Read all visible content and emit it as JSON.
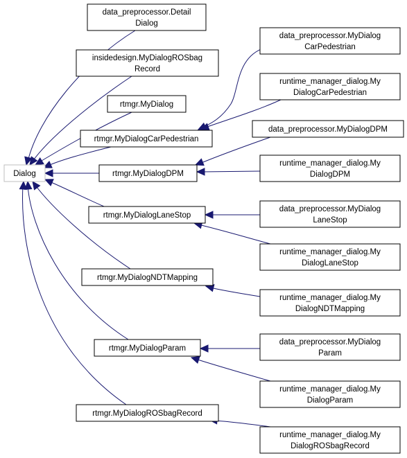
{
  "root": {
    "id": "dialog",
    "lines": [
      "Dialog"
    ]
  },
  "nodes": [
    {
      "id": "dp_detail",
      "lines": [
        "data_preprocessor.Detail",
        "Dialog"
      ]
    },
    {
      "id": "ins_rosbag",
      "lines": [
        "insidedesign.MyDialogROSbag",
        "Record"
      ]
    },
    {
      "id": "rt_mydialog",
      "lines": [
        "rtmgr.MyDialog"
      ]
    },
    {
      "id": "rt_carped",
      "lines": [
        "rtmgr.MyDialogCarPedestrian"
      ]
    },
    {
      "id": "rt_dpm",
      "lines": [
        "rtmgr.MyDialogDPM"
      ]
    },
    {
      "id": "rt_lanestop",
      "lines": [
        "rtmgr.MyDialogLaneStop"
      ]
    },
    {
      "id": "rt_ndt",
      "lines": [
        "rtmgr.MyDialogNDTMapping"
      ]
    },
    {
      "id": "rt_param",
      "lines": [
        "rtmgr.MyDialogParam"
      ]
    },
    {
      "id": "rt_rosbag",
      "lines": [
        "rtmgr.MyDialogROSbagRecord"
      ]
    },
    {
      "id": "dp_carped",
      "lines": [
        "data_preprocessor.MyDialog",
        "CarPedestrian"
      ]
    },
    {
      "id": "rm_carped",
      "lines": [
        "runtime_manager_dialog.My",
        "DialogCarPedestrian"
      ]
    },
    {
      "id": "dp_dpm",
      "lines": [
        "data_preprocessor.MyDialogDPM"
      ]
    },
    {
      "id": "rm_dpm",
      "lines": [
        "runtime_manager_dialog.My",
        "DialogDPM"
      ]
    },
    {
      "id": "dp_lanestop",
      "lines": [
        "data_preprocessor.MyDialog",
        "LaneStop"
      ]
    },
    {
      "id": "rm_lanestop",
      "lines": [
        "runtime_manager_dialog.My",
        "DialogLaneStop"
      ]
    },
    {
      "id": "rm_ndt",
      "lines": [
        "runtime_manager_dialog.My",
        "DialogNDTMapping"
      ]
    },
    {
      "id": "dp_param",
      "lines": [
        "data_preprocessor.MyDialog",
        "Param"
      ]
    },
    {
      "id": "rm_param",
      "lines": [
        "runtime_manager_dialog.My",
        "DialogParam"
      ]
    },
    {
      "id": "rm_rosbag",
      "lines": [
        "runtime_manager_dialog.My",
        "DialogROSbagRecord"
      ]
    }
  ],
  "edges": [
    {
      "from": "dp_detail",
      "to": "dialog"
    },
    {
      "from": "ins_rosbag",
      "to": "dialog"
    },
    {
      "from": "rt_mydialog",
      "to": "dialog"
    },
    {
      "from": "rt_carped",
      "to": "dialog"
    },
    {
      "from": "rt_dpm",
      "to": "dialog"
    },
    {
      "from": "rt_lanestop",
      "to": "dialog"
    },
    {
      "from": "rt_ndt",
      "to": "dialog"
    },
    {
      "from": "rt_param",
      "to": "dialog"
    },
    {
      "from": "rt_rosbag",
      "to": "dialog"
    },
    {
      "from": "dp_carped",
      "to": "rt_carped"
    },
    {
      "from": "rm_carped",
      "to": "rt_carped"
    },
    {
      "from": "dp_dpm",
      "to": "rt_dpm"
    },
    {
      "from": "rm_dpm",
      "to": "rt_dpm"
    },
    {
      "from": "dp_lanestop",
      "to": "rt_lanestop"
    },
    {
      "from": "rm_lanestop",
      "to": "rt_lanestop"
    },
    {
      "from": "rm_ndt",
      "to": "rt_ndt"
    },
    {
      "from": "dp_param",
      "to": "rt_param"
    },
    {
      "from": "rm_param",
      "to": "rt_param"
    },
    {
      "from": "rm_rosbag",
      "to": "rt_rosbag"
    }
  ],
  "colors": {
    "edge": "#191970",
    "node_border": "#000000",
    "root_border": "#bfbfbf"
  }
}
